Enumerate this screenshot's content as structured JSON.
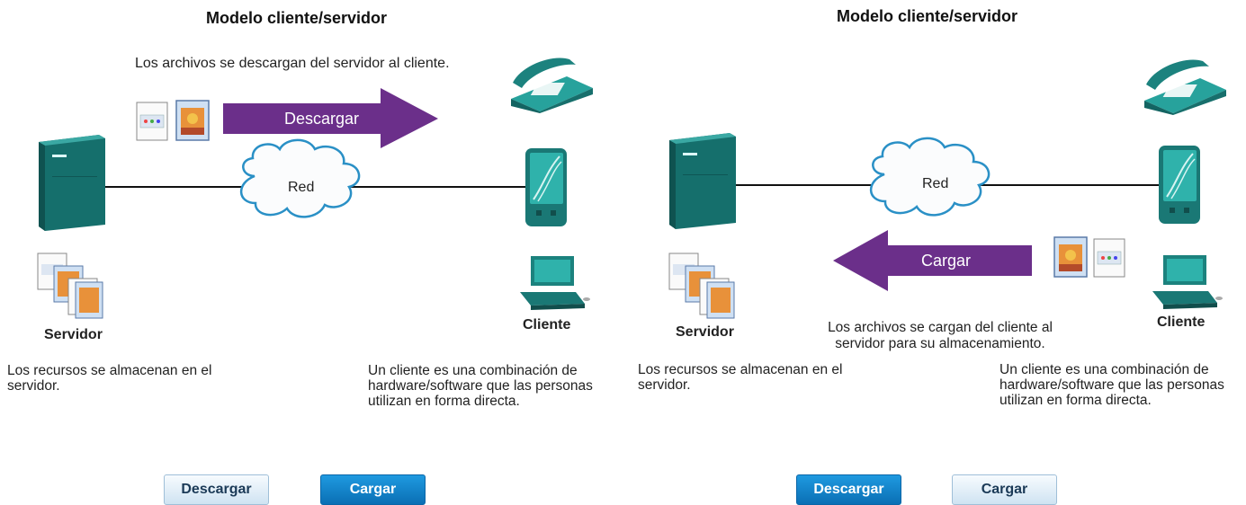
{
  "panels": [
    {
      "title": "Modelo cliente/servidor",
      "action_caption": "Los archivos se descargan del servidor al cliente.",
      "arrow_label": "Descargar",
      "network_label": "Red",
      "server_label": "Servidor",
      "client_label": "Cliente",
      "server_desc": "Los recursos se almacenan en el servidor.",
      "client_desc": "Un cliente es una combinación de hardware/software que las personas utilizan en forma directa.",
      "buttons": [
        {
          "label": "Descargar",
          "active": false
        },
        {
          "label": "Cargar",
          "active": true
        }
      ]
    },
    {
      "title": "Modelo cliente/servidor",
      "action_caption": "Los archivos se cargan del cliente al servidor para su almacenamiento.",
      "arrow_label": "Cargar",
      "network_label": "Red",
      "server_label": "Servidor",
      "client_label": "Cliente",
      "server_desc": "Los recursos se almacenan en el servidor.",
      "client_desc": "Un cliente es una combinación de hardware/software que las personas utilizan en forma directa.",
      "buttons": [
        {
          "label": "Descargar",
          "active": true
        },
        {
          "label": "Cargar",
          "active": false
        }
      ]
    }
  ],
  "colors": {
    "arrow": "#6b2f8a",
    "device_teal": "#1f8a86",
    "device_dark": "#146361",
    "button_active": "#0a73ba",
    "button_inactive": "#d6e8f5"
  },
  "icons": [
    "server-icon",
    "cloud-icon",
    "phone-icon",
    "pda-icon",
    "computer-icon",
    "document-icon",
    "image-file-icon",
    "arrow-right-icon",
    "arrow-left-icon"
  ]
}
